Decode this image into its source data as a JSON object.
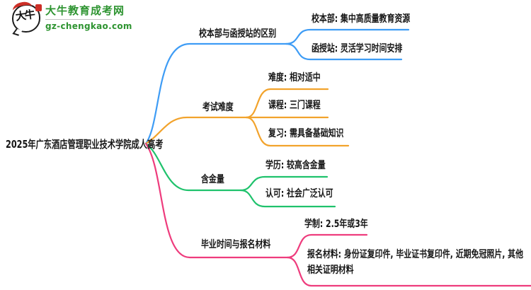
{
  "logo": {
    "brand": "大牛教育成考网",
    "domain": "gz-chengkao.com",
    "mark_text": "大牛",
    "brand_color": "#2e9431",
    "seal_color": "#cd2f27"
  },
  "central": {
    "text": "2025年广东酒店管理职业技术学院成人高考"
  },
  "branches": [
    {
      "label": "校本部与函授站的区别",
      "color": "#3e9cf5",
      "children": [
        {
          "label": "校本部: 集中高质量教育资源"
        },
        {
          "label": "函授站: 灵活学习时间安排"
        }
      ]
    },
    {
      "label": "考试难度",
      "color": "#f2a32c",
      "children": [
        {
          "label": "难度: 相对适中"
        },
        {
          "label": "课程: 三门课程"
        },
        {
          "label": "复习: 需具备基础知识"
        }
      ]
    },
    {
      "label": "含金量",
      "color": "#1fc26c",
      "children": [
        {
          "label": "学历: 较高含金量"
        },
        {
          "label": "认可: 社会广泛认可"
        }
      ]
    },
    {
      "label": "毕业时间与报名材料",
      "color": "#ee3c7d",
      "children": [
        {
          "label": "学制: 2.5年或3年"
        },
        {
          "label": "报名材料: 身份证复印件, 毕业证书复印件, 近期免冠照片, 其他相关证明材料"
        }
      ]
    }
  ]
}
